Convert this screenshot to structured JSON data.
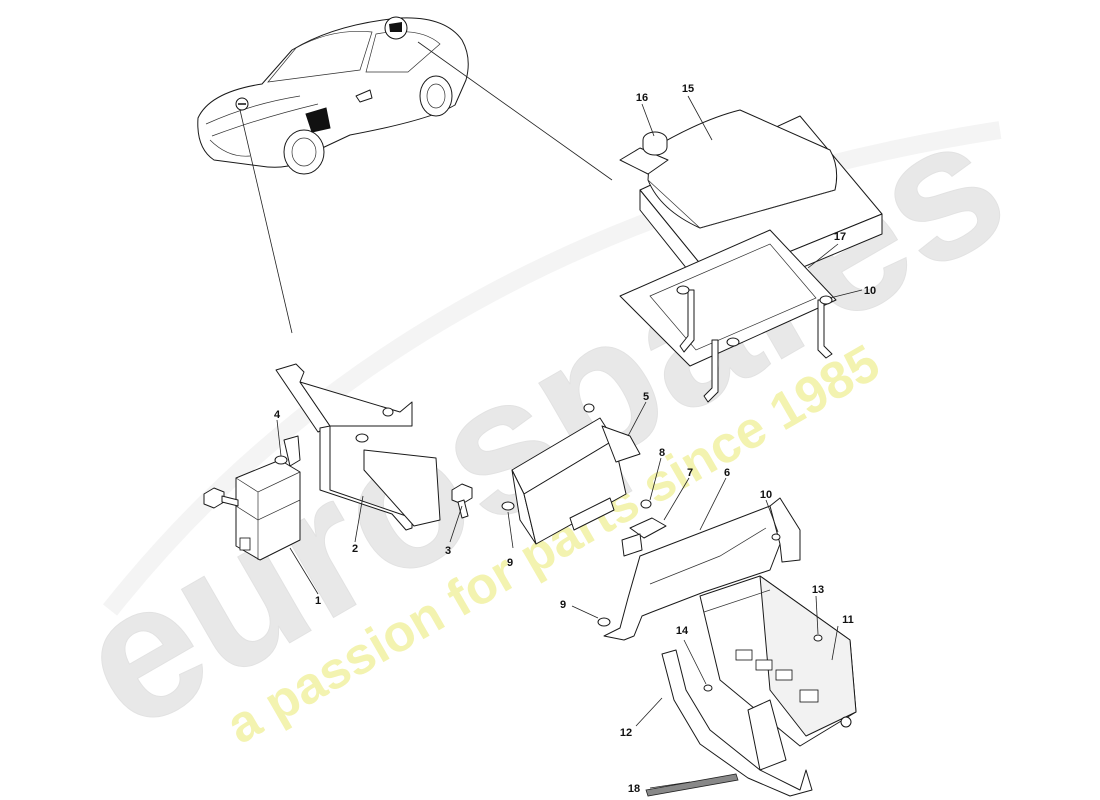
{
  "watermark": {
    "brand": "eurospares",
    "tagline": "a passion for parts since 1985",
    "brand_color": "#e8e8e8",
    "tagline_color": "#f3f3b0"
  },
  "callouts": {
    "c1": "1",
    "c2": "2",
    "c3": "3",
    "c4": "4",
    "c5": "5",
    "c6": "6",
    "c7": "7",
    "c8": "8",
    "c9a": "9",
    "c9b": "9",
    "c10a": "10",
    "c10b": "10",
    "c11": "11",
    "c12": "12",
    "c13": "13",
    "c14": "14",
    "c15": "15",
    "c16": "16",
    "c17": "17",
    "c18": "18"
  },
  "icons": {
    "car": "car-overview-icon",
    "fuse_box": "fuse-box-icon",
    "relay": "relay-icon"
  }
}
